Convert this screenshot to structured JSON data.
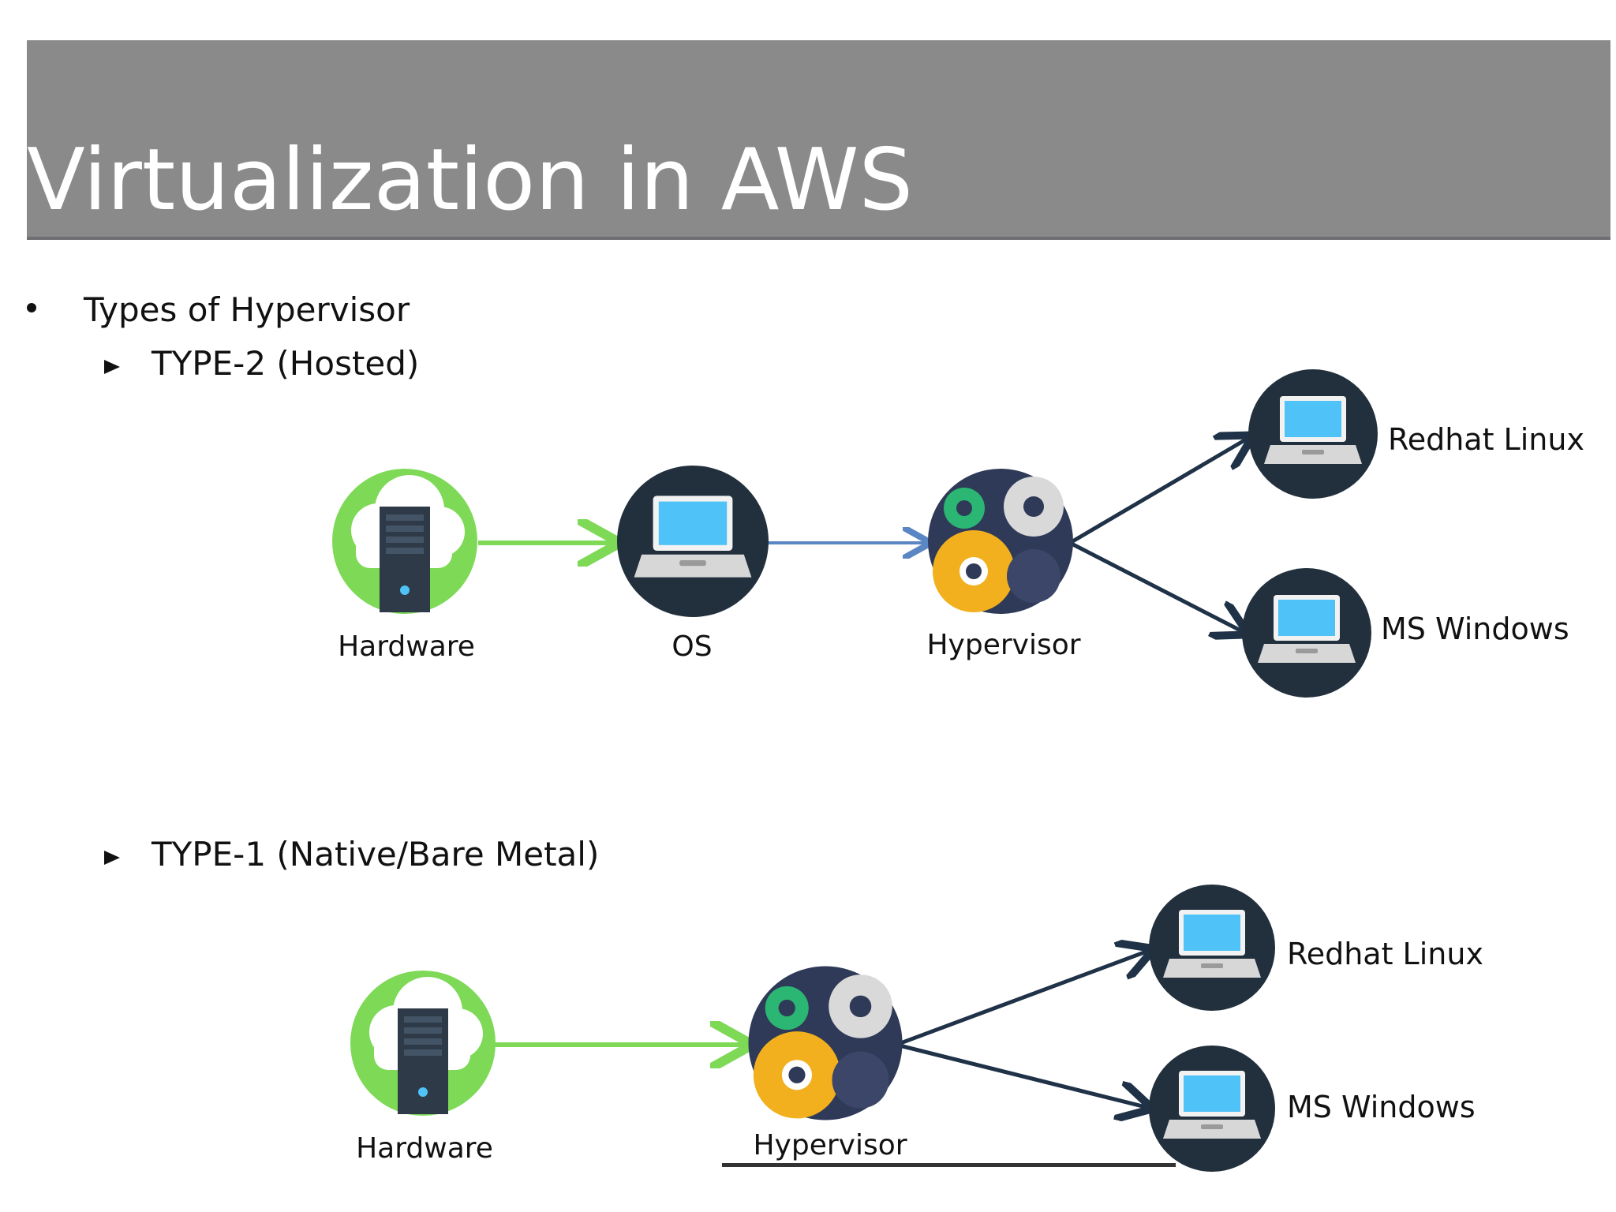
{
  "slide": {
    "title": "Virtualization in AWS",
    "bullet": "Types of Hypervisor",
    "sections": [
      {
        "heading": "TYPE-2 (Hosted)",
        "nodes": [
          "Hardware",
          "OS",
          "Hypervisor"
        ],
        "guests": [
          "Redhat Linux",
          "MS Windows"
        ]
      },
      {
        "heading": "TYPE-1 (Native/Bare Metal)",
        "nodes": [
          "Hardware",
          "Hypervisor"
        ],
        "guests": [
          "Redhat Linux",
          "MS Windows"
        ]
      }
    ]
  },
  "colors": {
    "title_bar": "#8a8a8a",
    "hardware_green": "#7ed957",
    "node_dark": "#22303d",
    "screen_blue": "#4fc3f7",
    "gear_yellow": "#f2b01e",
    "gear_teal": "#2bb673",
    "gear_grey": "#d9d9d9",
    "arrow_green": "#7ed957",
    "arrow_blue": "#5b86c4",
    "arrow_navy": "#1f3247"
  },
  "icons": [
    "server-cloud-icon",
    "laptop-icon",
    "gears-icon"
  ]
}
